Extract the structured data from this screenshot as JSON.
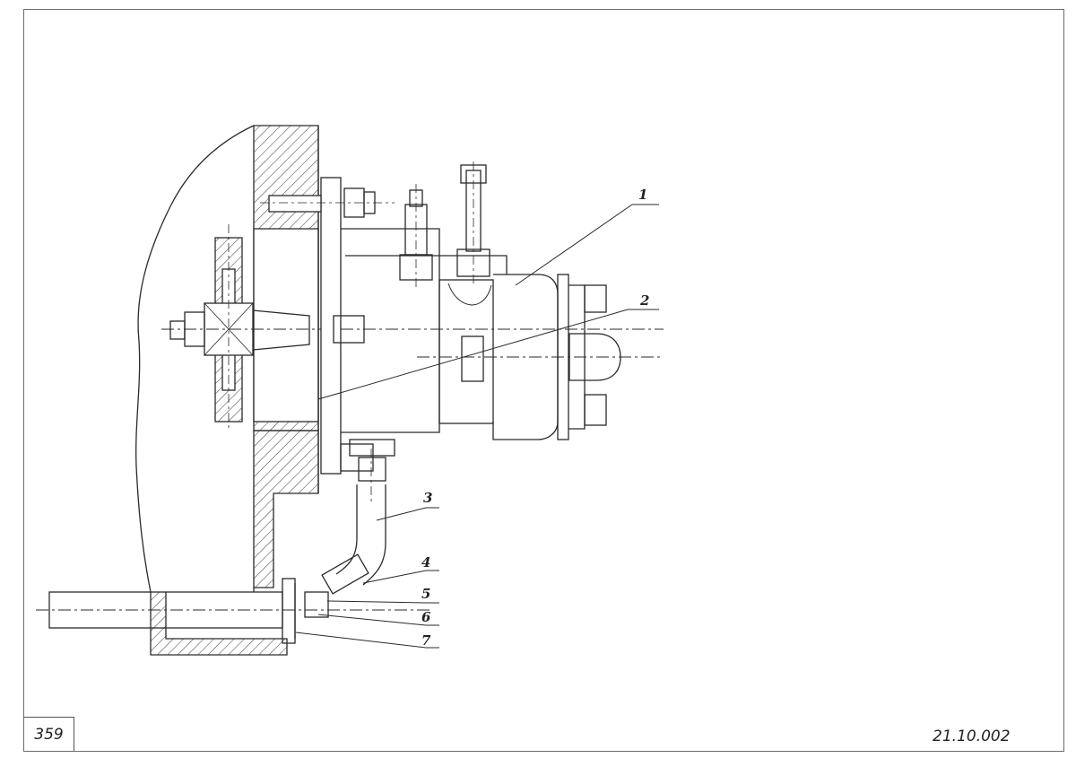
{
  "sheet": {
    "page_number": "359",
    "document_code": "21.10.002"
  },
  "callouts": [
    {
      "id": "1",
      "label": "1"
    },
    {
      "id": "2",
      "label": "2"
    },
    {
      "id": "3",
      "label": "3"
    },
    {
      "id": "4",
      "label": "4"
    },
    {
      "id": "5",
      "label": "5"
    },
    {
      "id": "6",
      "label": "6"
    },
    {
      "id": "7",
      "label": "7"
    }
  ],
  "colors": {
    "ink": "#2a2a2a",
    "paper": "#ffffff",
    "frame": "#6b6b6b"
  }
}
